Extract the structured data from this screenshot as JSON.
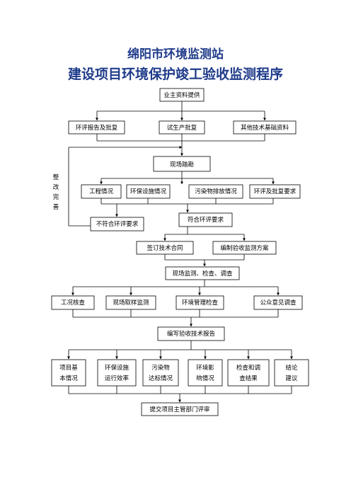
{
  "title": {
    "line1": "绵阳市环境监测站",
    "line2": "建设项目环境保护竣工验收监测程序"
  },
  "nodes": {
    "provide": "业主资料提供",
    "eia_report": "环评报告及批复",
    "trial_production": "试生产批复",
    "other_docs": "其他技术基础资料",
    "site_survey": "现场踏勘",
    "project_status": "工程情况",
    "env_facilities": "环保设施情况",
    "pollutant_discharge": "污染物排放情况",
    "eia_requirements": "环评及批复要求",
    "not_compliant": "不符合环评要求",
    "compliant": "符合环评要求",
    "sign_contract": "签订技术合同",
    "prepare_plan": "编制验收监测方案",
    "site_monitoring": "现场监测、检查、调查",
    "working_check": "工况核查",
    "sampling_monitoring": "现场取样监测",
    "env_management_check": "环境管理检查",
    "public_opinion": "公众意见调查",
    "write_report": "编写验收技术报告",
    "report_basic_line1": "项目基",
    "report_basic_line2": "本情况",
    "report_facility_line1": "环保设施",
    "report_facility_line2": "运行效率",
    "report_pollutant_line1": "污染物",
    "report_pollutant_line2": "达标情况",
    "report_impact_line1": "环境影",
    "report_impact_line2": "响情况",
    "report_results_line1": "检查和调",
    "report_results_line2": "查结果",
    "report_conclusion_line1": "结论",
    "report_conclusion_line2": "建议",
    "submit": "提交项目主管部门评审"
  },
  "side_label": [
    "整",
    "改",
    "完",
    "善"
  ]
}
